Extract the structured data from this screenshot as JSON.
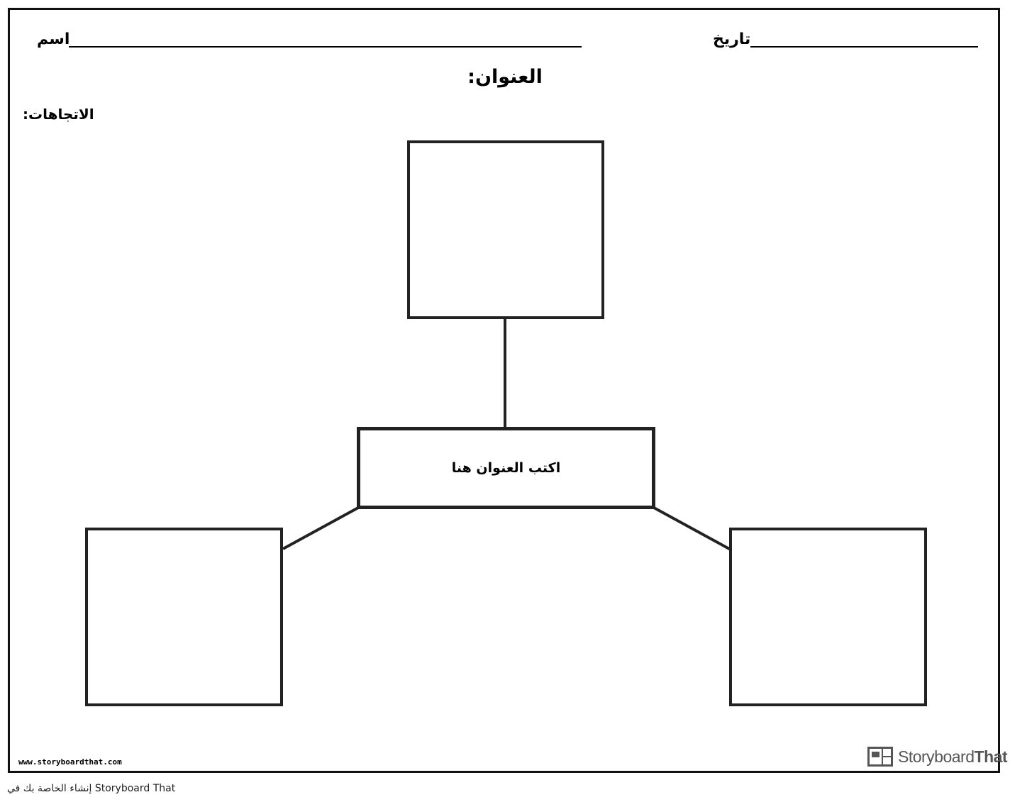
{
  "header": {
    "name_label": "اسم",
    "date_label": "تاريخ",
    "title_label": "العنوان:",
    "directions_label": "الاتجاهات:"
  },
  "diagram": {
    "center_text": "اكتب العنوان هنا"
  },
  "footer": {
    "url": "www.storyboardthat.com",
    "brand_part1": "Storyboard",
    "brand_part2": "That",
    "credit": "إنشاء الخاصة بك في Storyboard That"
  },
  "colors": {
    "border": "#222222",
    "brand_gray": "#555555"
  },
  "icons": {
    "brand_logo": "storyboard-logo-icon"
  }
}
